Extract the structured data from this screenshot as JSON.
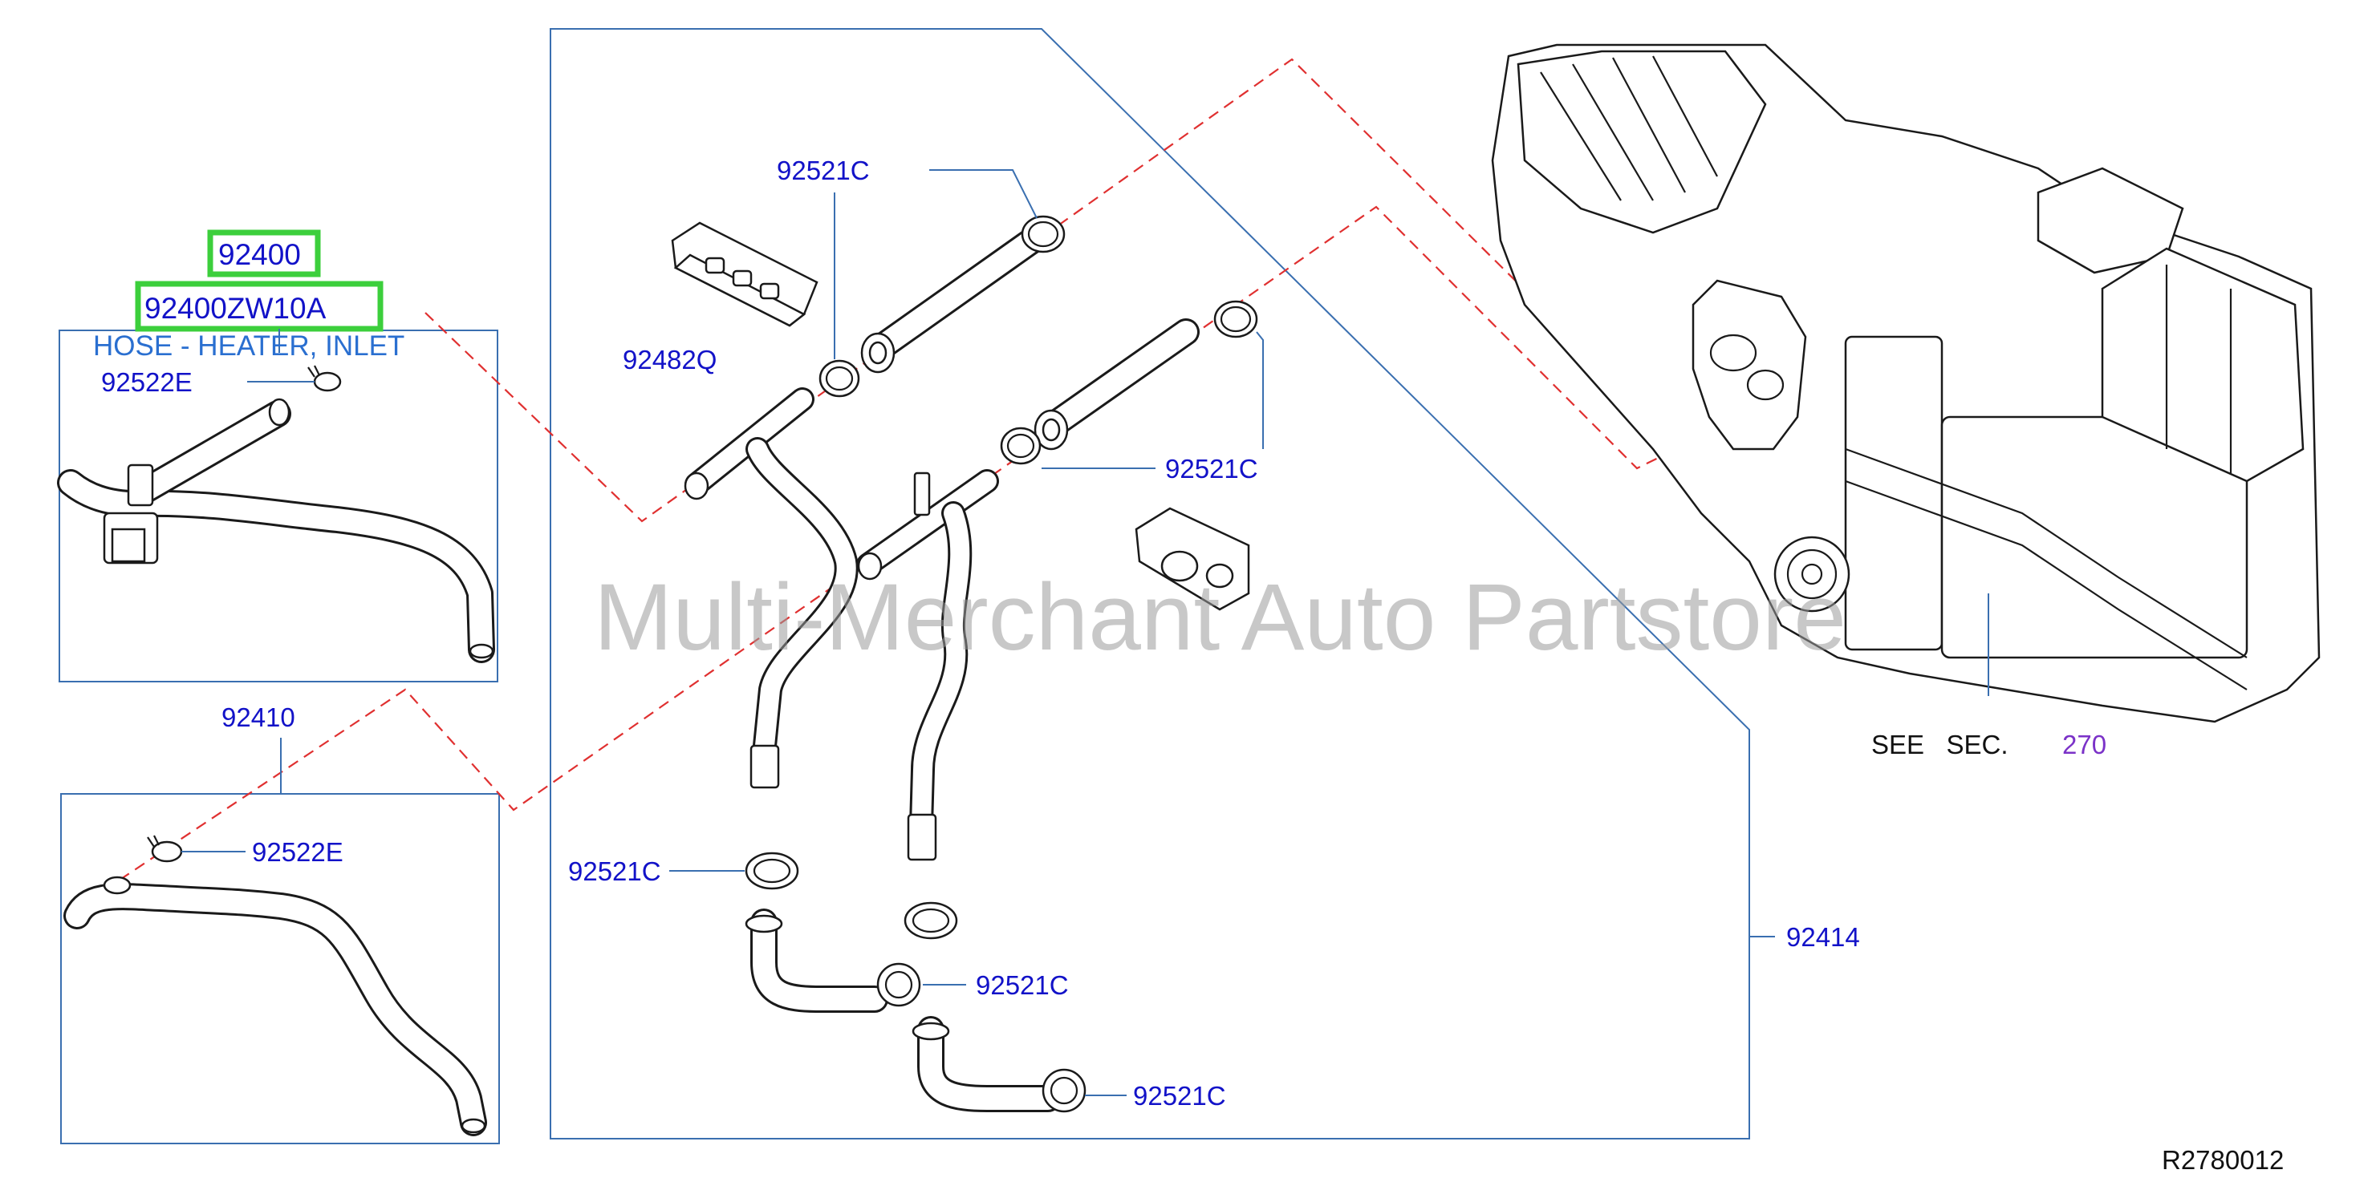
{
  "labels": {
    "part_92400": "92400",
    "part_92400zw10a": "92400ZW10A",
    "desc_heater_inlet": "HOSE - HEATER, INLET",
    "clamp_92522e_top": "92522E",
    "part_92410": "92410",
    "clamp_92522e_bottom": "92522E",
    "clamp_92521c_a": "92521C",
    "part_92482q": "92482Q",
    "clamp_92521c_b": "92521C",
    "clamp_92521c_c": "92521C",
    "clamp_92521c_d": "92521C",
    "clamp_92521c_e": "92521C",
    "part_92414": "92414",
    "see_sec_label": "SEE   SEC.",
    "see_sec_number": "270",
    "diagram_ref": "R2780012"
  },
  "watermark": "Multi-Merchant Auto Partstore",
  "colors": {
    "label_blue": "#1212c8",
    "description_blue": "#2a6fd0",
    "highlight_green": "#3ccf3c",
    "dashed_red": "#e03030",
    "frame_blue": "#3a6fb0",
    "section_purple": "#7b32c8"
  }
}
